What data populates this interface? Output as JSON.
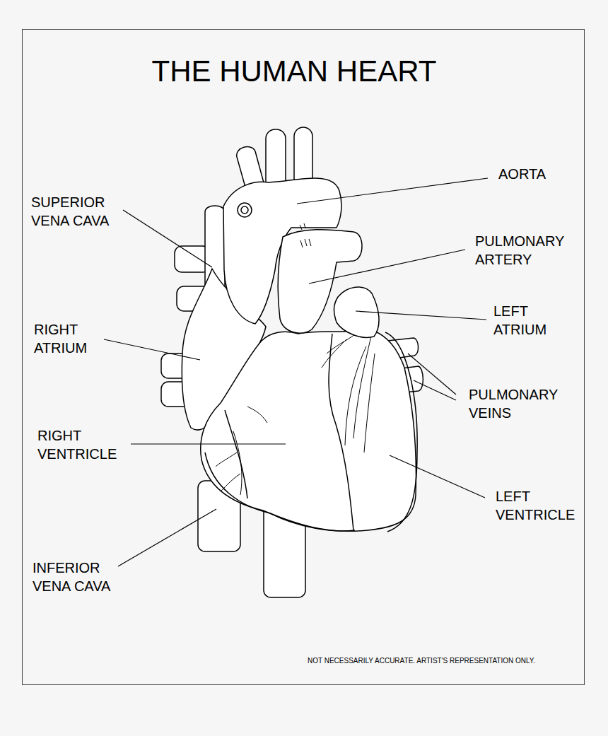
{
  "diagram": {
    "title": "THE HUMAN HEART",
    "labels": [
      "AORTA",
      "SUPERIOR VENA CAVA",
      "PULMONARY ARTERY",
      "LEFT ATRIUM",
      "RIGHT ATRIUM",
      "PULMONARY VEINS",
      "RIGHT VENTRICLE",
      "LEFT VENTRICLE",
      "INFERIOR VENA CAVA",
      "NOT NECESSARILY ACCURATE. ARTIST'S REPRESENTATION ONLY."
    ]
  }
}
